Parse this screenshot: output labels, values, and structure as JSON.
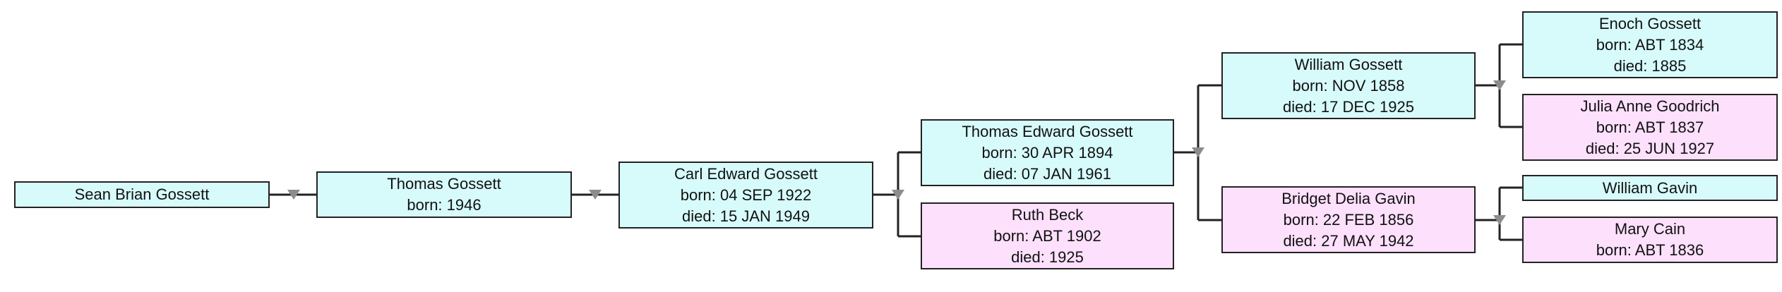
{
  "colors": {
    "male_fill": "#d7fbfb",
    "female_fill": "#fde0fc",
    "border": "#222222",
    "connector": "#222222",
    "arrow": "#8c8c8c"
  },
  "people": {
    "sean": {
      "name": "Sean Brian Gossett",
      "born": "",
      "died": "",
      "sex": "male"
    },
    "thomas": {
      "name": "Thomas Gossett",
      "born": "born: 1946",
      "died": "",
      "sex": "male"
    },
    "carl": {
      "name": "Carl Edward Gossett",
      "born": "born: 04 SEP 1922",
      "died": "died: 15 JAN 1949",
      "sex": "male"
    },
    "thomas_edward": {
      "name": "Thomas Edward Gossett",
      "born": "born: 30 APR 1894",
      "died": "died: 07 JAN 1961",
      "sex": "male"
    },
    "ruth": {
      "name": "Ruth Beck",
      "born": "born: ABT 1902",
      "died": "died: 1925",
      "sex": "female"
    },
    "william_gossett": {
      "name": "William Gossett",
      "born": "born: NOV 1858",
      "died": "died: 17 DEC 1925",
      "sex": "male"
    },
    "bridget": {
      "name": "Bridget Delia Gavin",
      "born": "born: 22 FEB 1856",
      "died": "died: 27 MAY 1942",
      "sex": "female"
    },
    "enoch": {
      "name": "Enoch Gossett",
      "born": "born: ABT 1834",
      "died": "died: 1885",
      "sex": "male"
    },
    "julia": {
      "name": "Julia Anne Goodrich",
      "born": "born: ABT 1837",
      "died": "died: 25 JUN 1927",
      "sex": "female"
    },
    "william_gavin": {
      "name": "William Gavin",
      "born": "",
      "died": "",
      "sex": "male"
    },
    "mary": {
      "name": "Mary Cain",
      "born": "born: ABT 1836",
      "died": "",
      "sex": "female"
    }
  }
}
